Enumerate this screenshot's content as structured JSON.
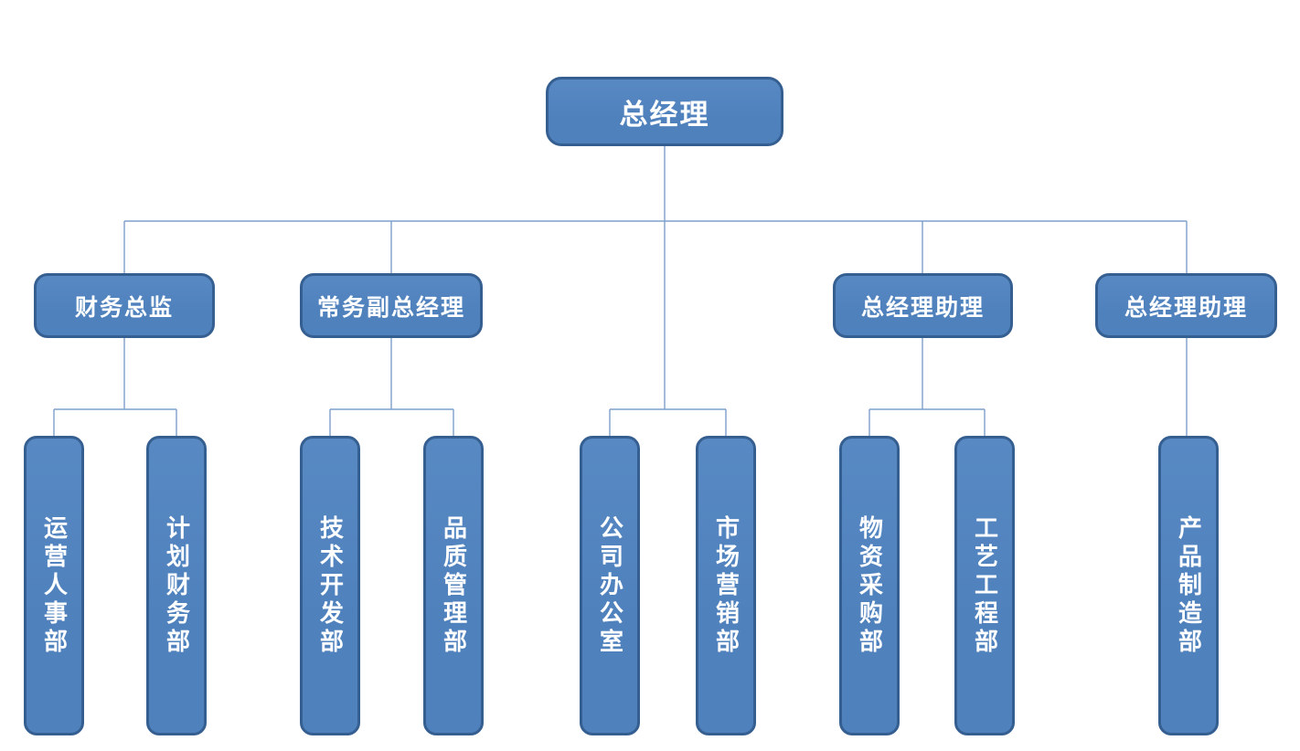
{
  "org": {
    "root": {
      "label": "总经理"
    },
    "managers": [
      {
        "label": "财务总监",
        "reports_to": "总经理"
      },
      {
        "label": "常务副总经理",
        "reports_to": "总经理"
      },
      {
        "label": "总经理助理",
        "reports_to": "总经理"
      },
      {
        "label": "总经理助理",
        "reports_to": "总经理"
      }
    ],
    "departments": [
      {
        "label": "运营人事部",
        "reports_to": "财务总监"
      },
      {
        "label": "计划财务部",
        "reports_to": "财务总监"
      },
      {
        "label": "技术开发部",
        "reports_to": "常务副总经理"
      },
      {
        "label": "品质管理部",
        "reports_to": "常务副总经理"
      },
      {
        "label": "公司办公室",
        "reports_to": "总经理"
      },
      {
        "label": "市场营销部",
        "reports_to": "总经理"
      },
      {
        "label": "物资采购部",
        "reports_to": "总经理助理"
      },
      {
        "label": "工艺工程部",
        "reports_to": "总经理助理"
      },
      {
        "label": "产品制造部",
        "reports_to": "总经理助理"
      }
    ],
    "colors": {
      "box_fill": "#4f81bd",
      "box_fill_light": "#5889c3",
      "box_border": "#365f91",
      "connector": "#7da0cb",
      "text": "#ffffff",
      "background": "#ffffff"
    }
  }
}
